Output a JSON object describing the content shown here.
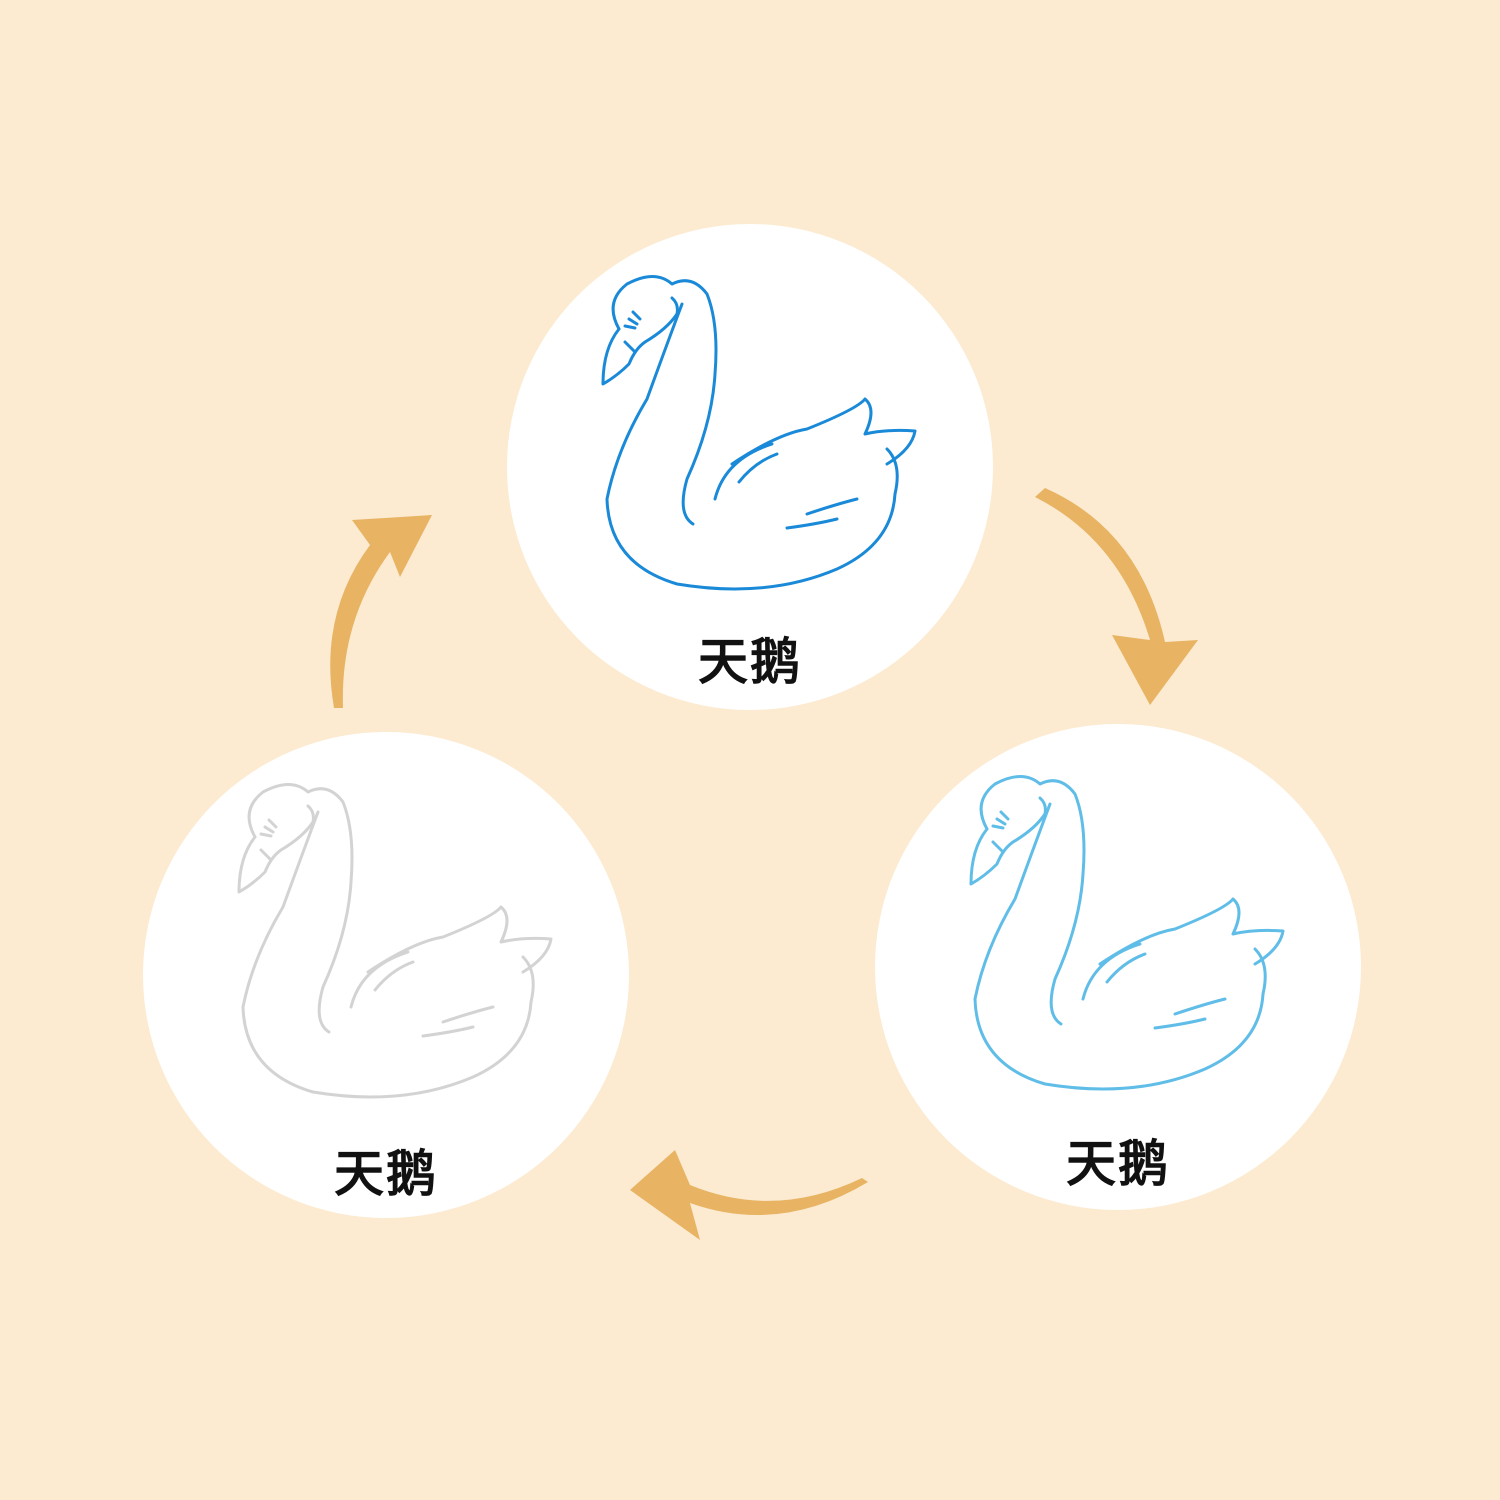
{
  "stages": [
    {
      "label": "天鹅",
      "stroke_color": "#1a8ad8"
    },
    {
      "label": "天鹅",
      "stroke_color": "#5fbde8"
    },
    {
      "label": "天鹅",
      "stroke_color": "#d3d3d3"
    }
  ],
  "colors": {
    "background": "#fcebd1",
    "circle": "#ffffff",
    "arrow": "#e8b464",
    "label_text": "#111111"
  },
  "arrow_count": 3
}
